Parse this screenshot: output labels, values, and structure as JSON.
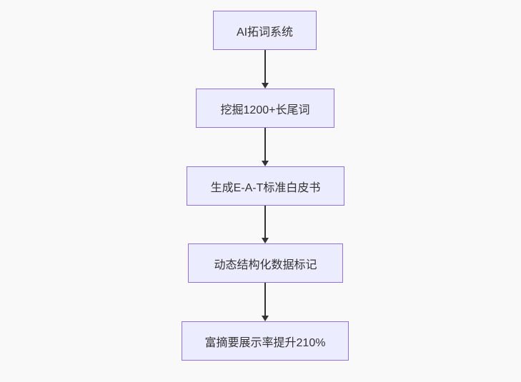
{
  "diagram": {
    "type": "flowchart",
    "direction": "top-down",
    "nodes": [
      {
        "id": "1",
        "label": "AI拓词系统"
      },
      {
        "id": "2",
        "label": "挖掘1200+长尾词"
      },
      {
        "id": "3",
        "label": "生成E-A-T标准白皮书"
      },
      {
        "id": "4",
        "label": "动态结构化数据标记"
      },
      {
        "id": "5",
        "label": "富摘要展示率提升210%"
      }
    ],
    "edges": [
      {
        "from": "1",
        "to": "2"
      },
      {
        "from": "2",
        "to": "3"
      },
      {
        "from": "3",
        "to": "4"
      },
      {
        "from": "4",
        "to": "5"
      }
    ]
  },
  "colors": {
    "background": "#f9f9f9",
    "node_fill": "#ececff",
    "node_border": "#9370db",
    "edge": "#333333",
    "text": "#333333"
  }
}
